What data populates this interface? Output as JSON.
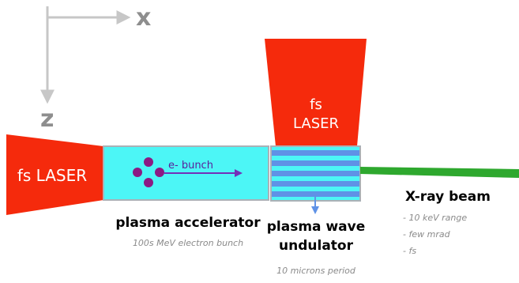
{
  "axes": {
    "x_label": "x",
    "z_label": "z"
  },
  "side_laser": {
    "label": "fs LASER"
  },
  "top_laser": {
    "line1": "fs",
    "line2": "LASER"
  },
  "accelerator": {
    "bunch_label": "e- bunch",
    "title": "plasma accelerator",
    "subtitle": "100s MeV electron bunch"
  },
  "undulator": {
    "title_line1": "plasma wave",
    "title_line2": "undulator",
    "subtitle": "10 microns period"
  },
  "xray": {
    "title": "X-ray beam",
    "bullets": [
      "- 10 keV range",
      "- few mrad",
      "- fs"
    ]
  },
  "colors": {
    "laser_red": "#f52a0c",
    "plasma_cyan": "#4cf6f6",
    "undulator_stripe": "#5f92e6",
    "box_border": "#aab1b6",
    "electron_purple": "#8b1a84",
    "bunch_arrow": "#7430b8",
    "xray_green": "#2ea82e",
    "axis_gray": "#c7c7c7",
    "axis_label_gray": "#8e8e8e",
    "caption_gray": "#8a8a8a"
  }
}
